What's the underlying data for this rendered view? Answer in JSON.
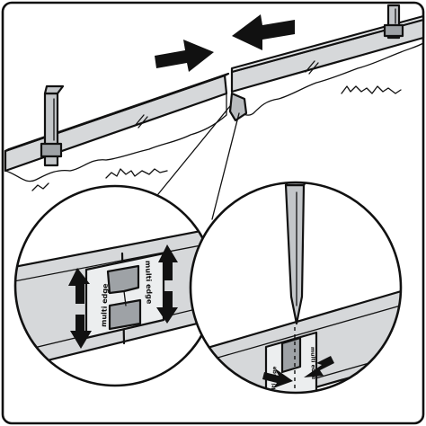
{
  "image": {
    "colors": {
      "ink": "#111111",
      "edging": "#d6d8da",
      "edging_dark": "#b9bcbf",
      "connector": "#9ea2a6",
      "stake": "#c3c6c9",
      "paper": "#ffffff"
    }
  },
  "labels": {
    "zoom1_left": "multi edge",
    "zoom1_right": "multi edge",
    "zoom2_left": "multi edge",
    "zoom2_right": "multi edge"
  }
}
